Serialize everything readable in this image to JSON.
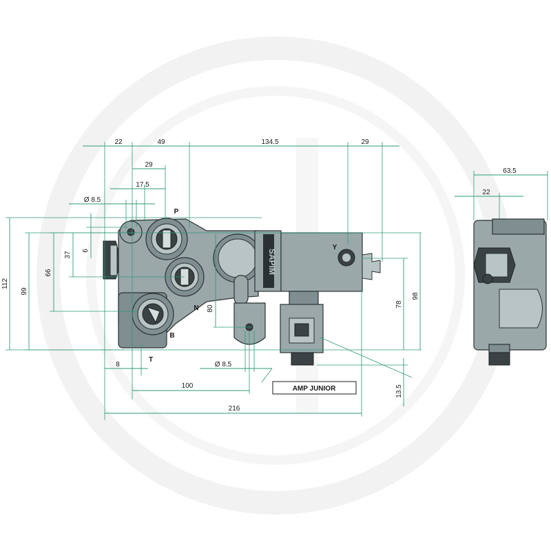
{
  "colors": {
    "dimension_line": "#2e9a7a",
    "valve_body": "#9aa8aa",
    "valve_shadow": "#7f8e91",
    "watermark": "#f0f0f0",
    "label_text": "#1a1a1a"
  },
  "top_dims": {
    "d22": "22",
    "d49": "49",
    "d134_5": "134.5",
    "d29_top": "29",
    "d29": "29",
    "d17_5": "17.5",
    "d8_5": "Ø 8.5"
  },
  "left_dims": {
    "d112": "112",
    "d99": "99",
    "d66": "66",
    "d37": "37",
    "d6": "6"
  },
  "bottom_dims": {
    "d8": "8",
    "d100": "100",
    "d8_5": "Ø 8.5",
    "d216": "216",
    "d80": "80"
  },
  "right_dims": {
    "d78": "78",
    "d98": "98",
    "d13_5": "13.5"
  },
  "side_view_dims": {
    "d63_5": "63.5",
    "d22": "22"
  },
  "ports": {
    "P": "P",
    "N": "N",
    "B": "B",
    "T": "T",
    "Y": "Y"
  },
  "connector_label": "AMP JUNIOR"
}
